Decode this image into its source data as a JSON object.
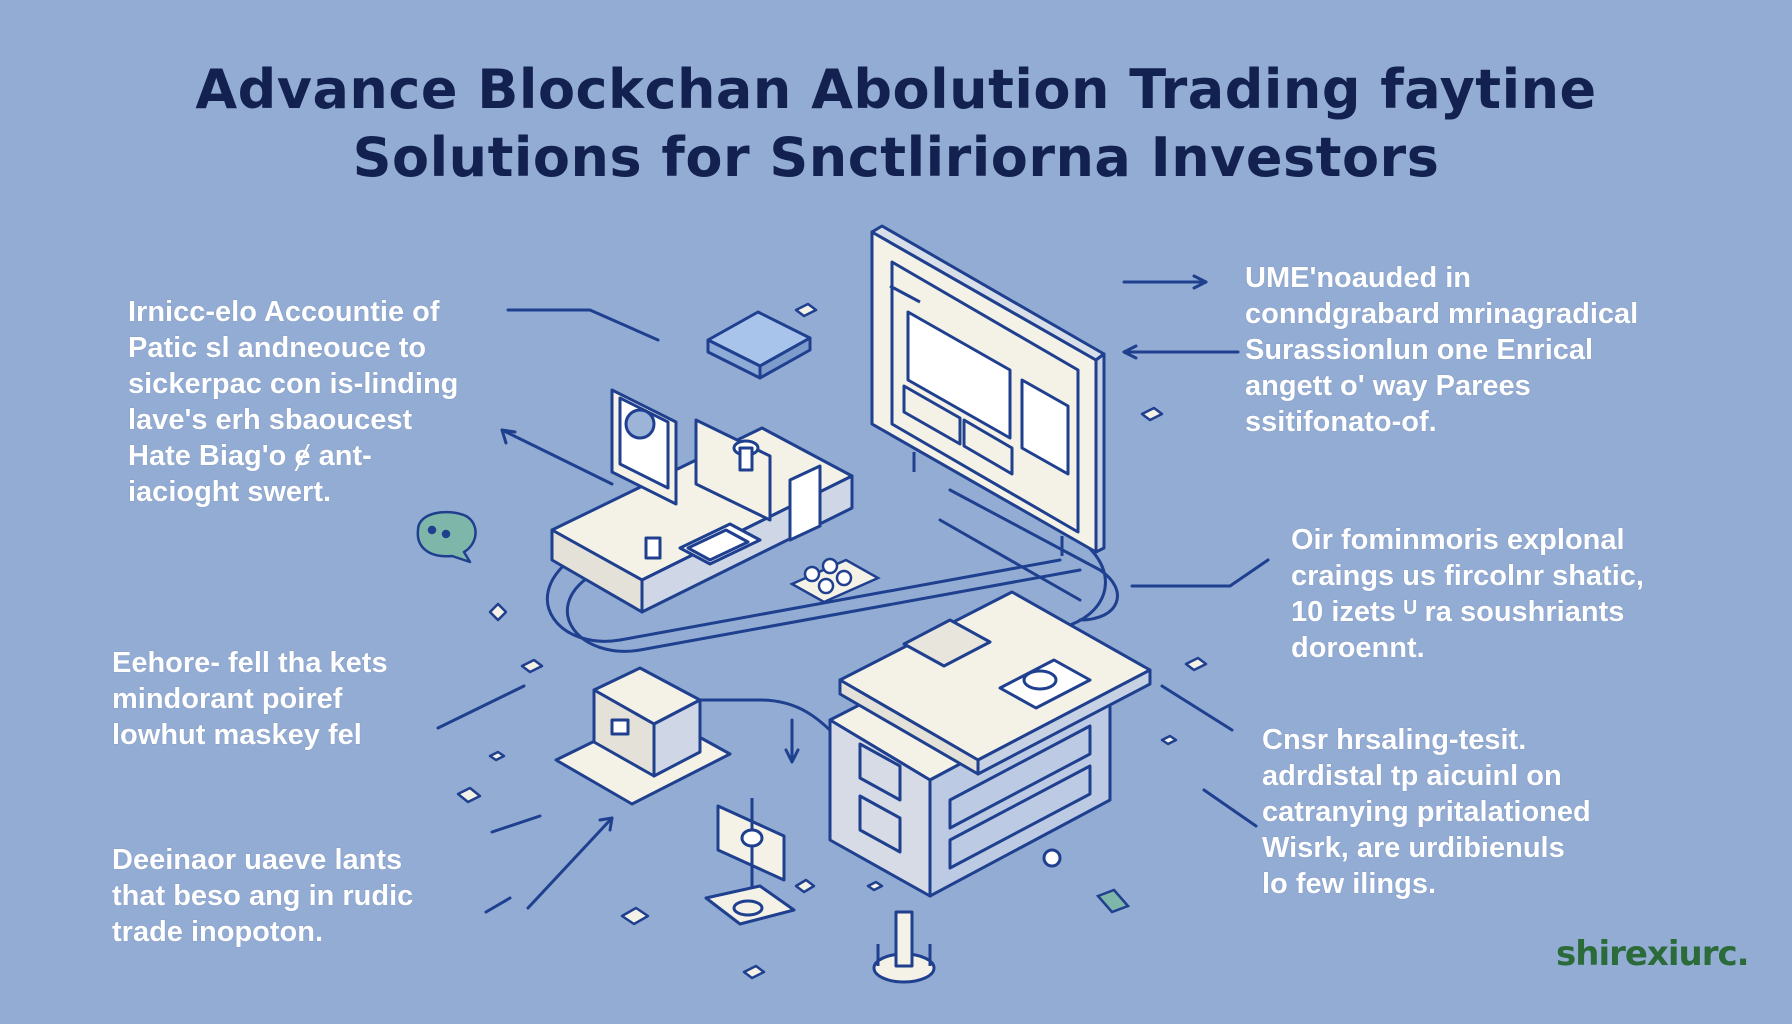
{
  "title": {
    "line1": "Advance Blockchan Abolution Trading faytine",
    "line2": "Solutions for Snctliriorna Investors"
  },
  "captions": {
    "left_top": [
      "Irnicc-elo Accountie of",
      "Patic sl andneouce to",
      "sickerpac con is-linding",
      "lave's erh sbaoucest",
      "Hate Biag'o ɇ ant-",
      "iacioght swert."
    ],
    "left_middle": [
      "Eehore- fell tha kets",
      "mindorant poiref",
      "lowhut maskey fel"
    ],
    "left_bottom": [
      "Deeinaor uaeve lants",
      "that beso ang in rudic",
      "trade inopoton."
    ],
    "right_top": [
      "UME'noauded in",
      "conndgrabard mrinagradical",
      "Surassionlun one Enrical",
      "angett o' way Parees",
      "ssitifonato-of."
    ],
    "right_middle": [
      "Oir fominmoris explonal",
      "craings us fircolnr shatic,",
      "10 izets ᵁ ra soushriants",
      "doroennt."
    ],
    "right_bottom": [
      "Cnsr hrsaling-tesit.",
      "adrdistal tp aicuinl on",
      "catranying pritalationed",
      "Wisrk, are urdibienuls",
      "lo few ilings."
    ]
  },
  "brand": "shirexiurc.",
  "colors": {
    "background": "#93acd4",
    "title": "#12214f",
    "caption": "#ffffff",
    "line": "#1f3f8f",
    "device_fill": "#f4f1e6",
    "accent_blue": "#a9c4ea",
    "brand": "#2b6b3a"
  },
  "icons": [
    "monitor-icon",
    "workstation-icon",
    "server-icon",
    "box-icon",
    "chat-bubble-icon",
    "coin-stack-icon",
    "signpost-icon",
    "antenna-icon"
  ]
}
